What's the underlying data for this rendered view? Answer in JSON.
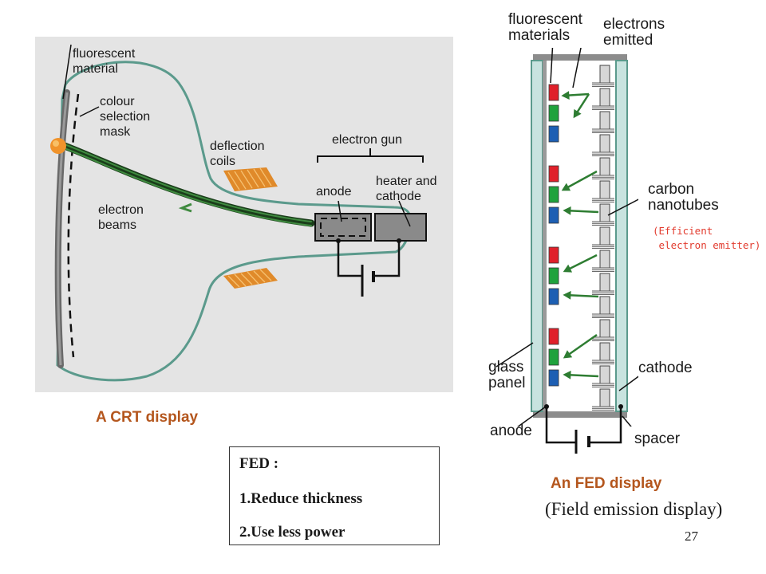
{
  "crt": {
    "caption": "A CRT display",
    "labels": {
      "fluorescent_material": "fluorescent\nmaterial",
      "colour_selection_mask": "colour\nselection\nmask",
      "deflection_coils": "deflection\ncoils",
      "electron_gun": "electron gun",
      "anode": "anode",
      "heater_and_cathode": "heater and\ncathode",
      "electron_beams": "electron\nbeams"
    }
  },
  "fed": {
    "caption": "An FED display",
    "full_name": "(Field emission display)",
    "labels": {
      "fluorescent_materials": "fluorescent\nmaterials",
      "electrons_emitted": "electrons\nemitted",
      "carbon_nanotubes": "carbon\nnanotubes",
      "emitter_note": "(Efficient\n electron emitter)",
      "glass_panel": "glass\npanel",
      "cathode": "cathode",
      "anode": "anode",
      "spacer": "spacer"
    },
    "colors": {
      "red": "#e0202a",
      "green": "#1fa23c",
      "blue": "#1d5fb3"
    }
  },
  "notes": {
    "title": "FED :",
    "items": [
      "1.Reduce thickness",
      "2.Use less power"
    ]
  },
  "page_number": "27"
}
